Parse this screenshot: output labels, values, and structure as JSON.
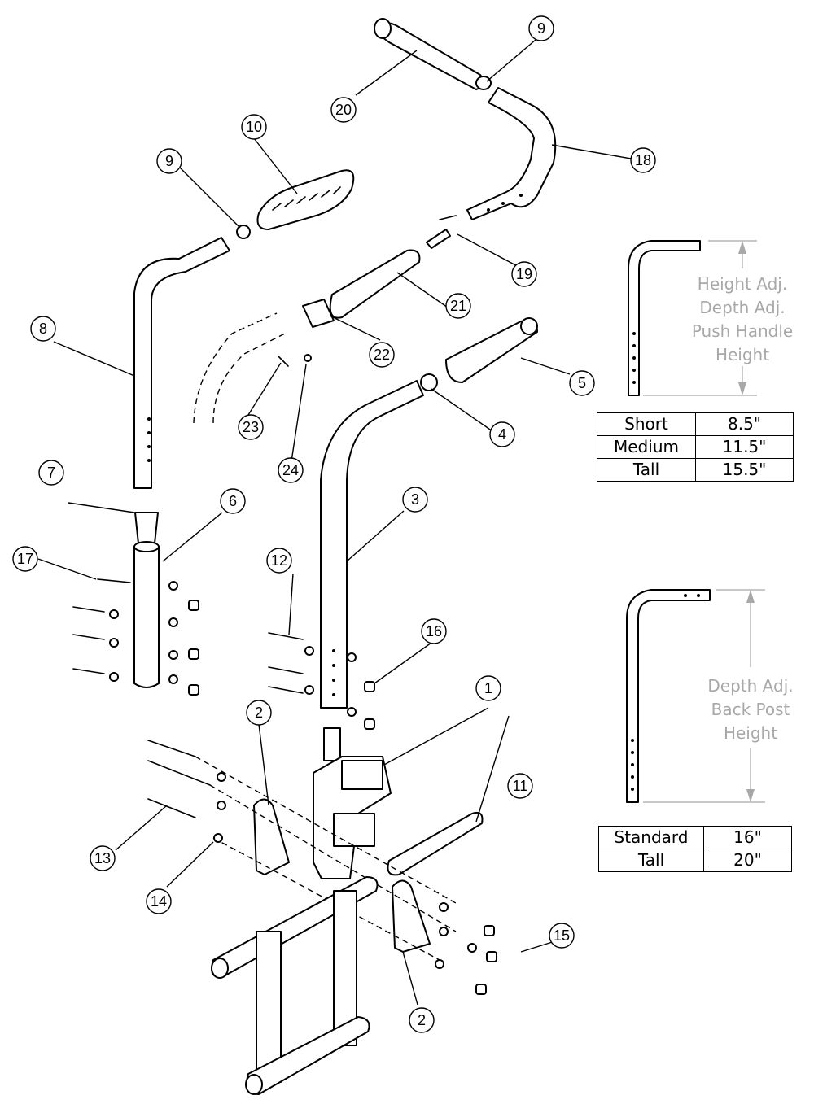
{
  "callouts": [
    {
      "id": "c1",
      "label": "1"
    },
    {
      "id": "c2a",
      "label": "2"
    },
    {
      "id": "c2b",
      "label": "2"
    },
    {
      "id": "c3",
      "label": "3"
    },
    {
      "id": "c4",
      "label": "4"
    },
    {
      "id": "c5",
      "label": "5"
    },
    {
      "id": "c6",
      "label": "6"
    },
    {
      "id": "c7",
      "label": "7"
    },
    {
      "id": "c8",
      "label": "8"
    },
    {
      "id": "c9a",
      "label": "9"
    },
    {
      "id": "c9b",
      "label": "9"
    },
    {
      "id": "c10",
      "label": "10"
    },
    {
      "id": "c11",
      "label": "11"
    },
    {
      "id": "c12",
      "label": "12"
    },
    {
      "id": "c13",
      "label": "13"
    },
    {
      "id": "c14",
      "label": "14"
    },
    {
      "id": "c15",
      "label": "15"
    },
    {
      "id": "c16",
      "label": "16"
    },
    {
      "id": "c17",
      "label": "17"
    },
    {
      "id": "c18",
      "label": "18"
    },
    {
      "id": "c19",
      "label": "19"
    },
    {
      "id": "c20",
      "label": "20"
    },
    {
      "id": "c21",
      "label": "21"
    },
    {
      "id": "c22",
      "label": "22"
    },
    {
      "id": "c23",
      "label": "23"
    },
    {
      "id": "c24",
      "label": "24"
    }
  ],
  "push_handle_figure": {
    "dimension_lines": [
      "Height Adj.",
      "Depth Adj.",
      "Push Handle",
      "Height"
    ],
    "table": [
      {
        "size": "Short",
        "value": "8.5\""
      },
      {
        "size": "Medium",
        "value": "11.5\""
      },
      {
        "size": "Tall",
        "value": "15.5\""
      }
    ]
  },
  "back_post_figure": {
    "dimension_lines": [
      "Depth Adj.",
      "Back Post",
      "Height"
    ],
    "table": [
      {
        "size": "Standard",
        "value": "16\""
      },
      {
        "size": "Tall",
        "value": "20\""
      }
    ]
  },
  "colors": {
    "line": "#000000",
    "dimension": "#a8a8a8",
    "background": "#ffffff"
  }
}
